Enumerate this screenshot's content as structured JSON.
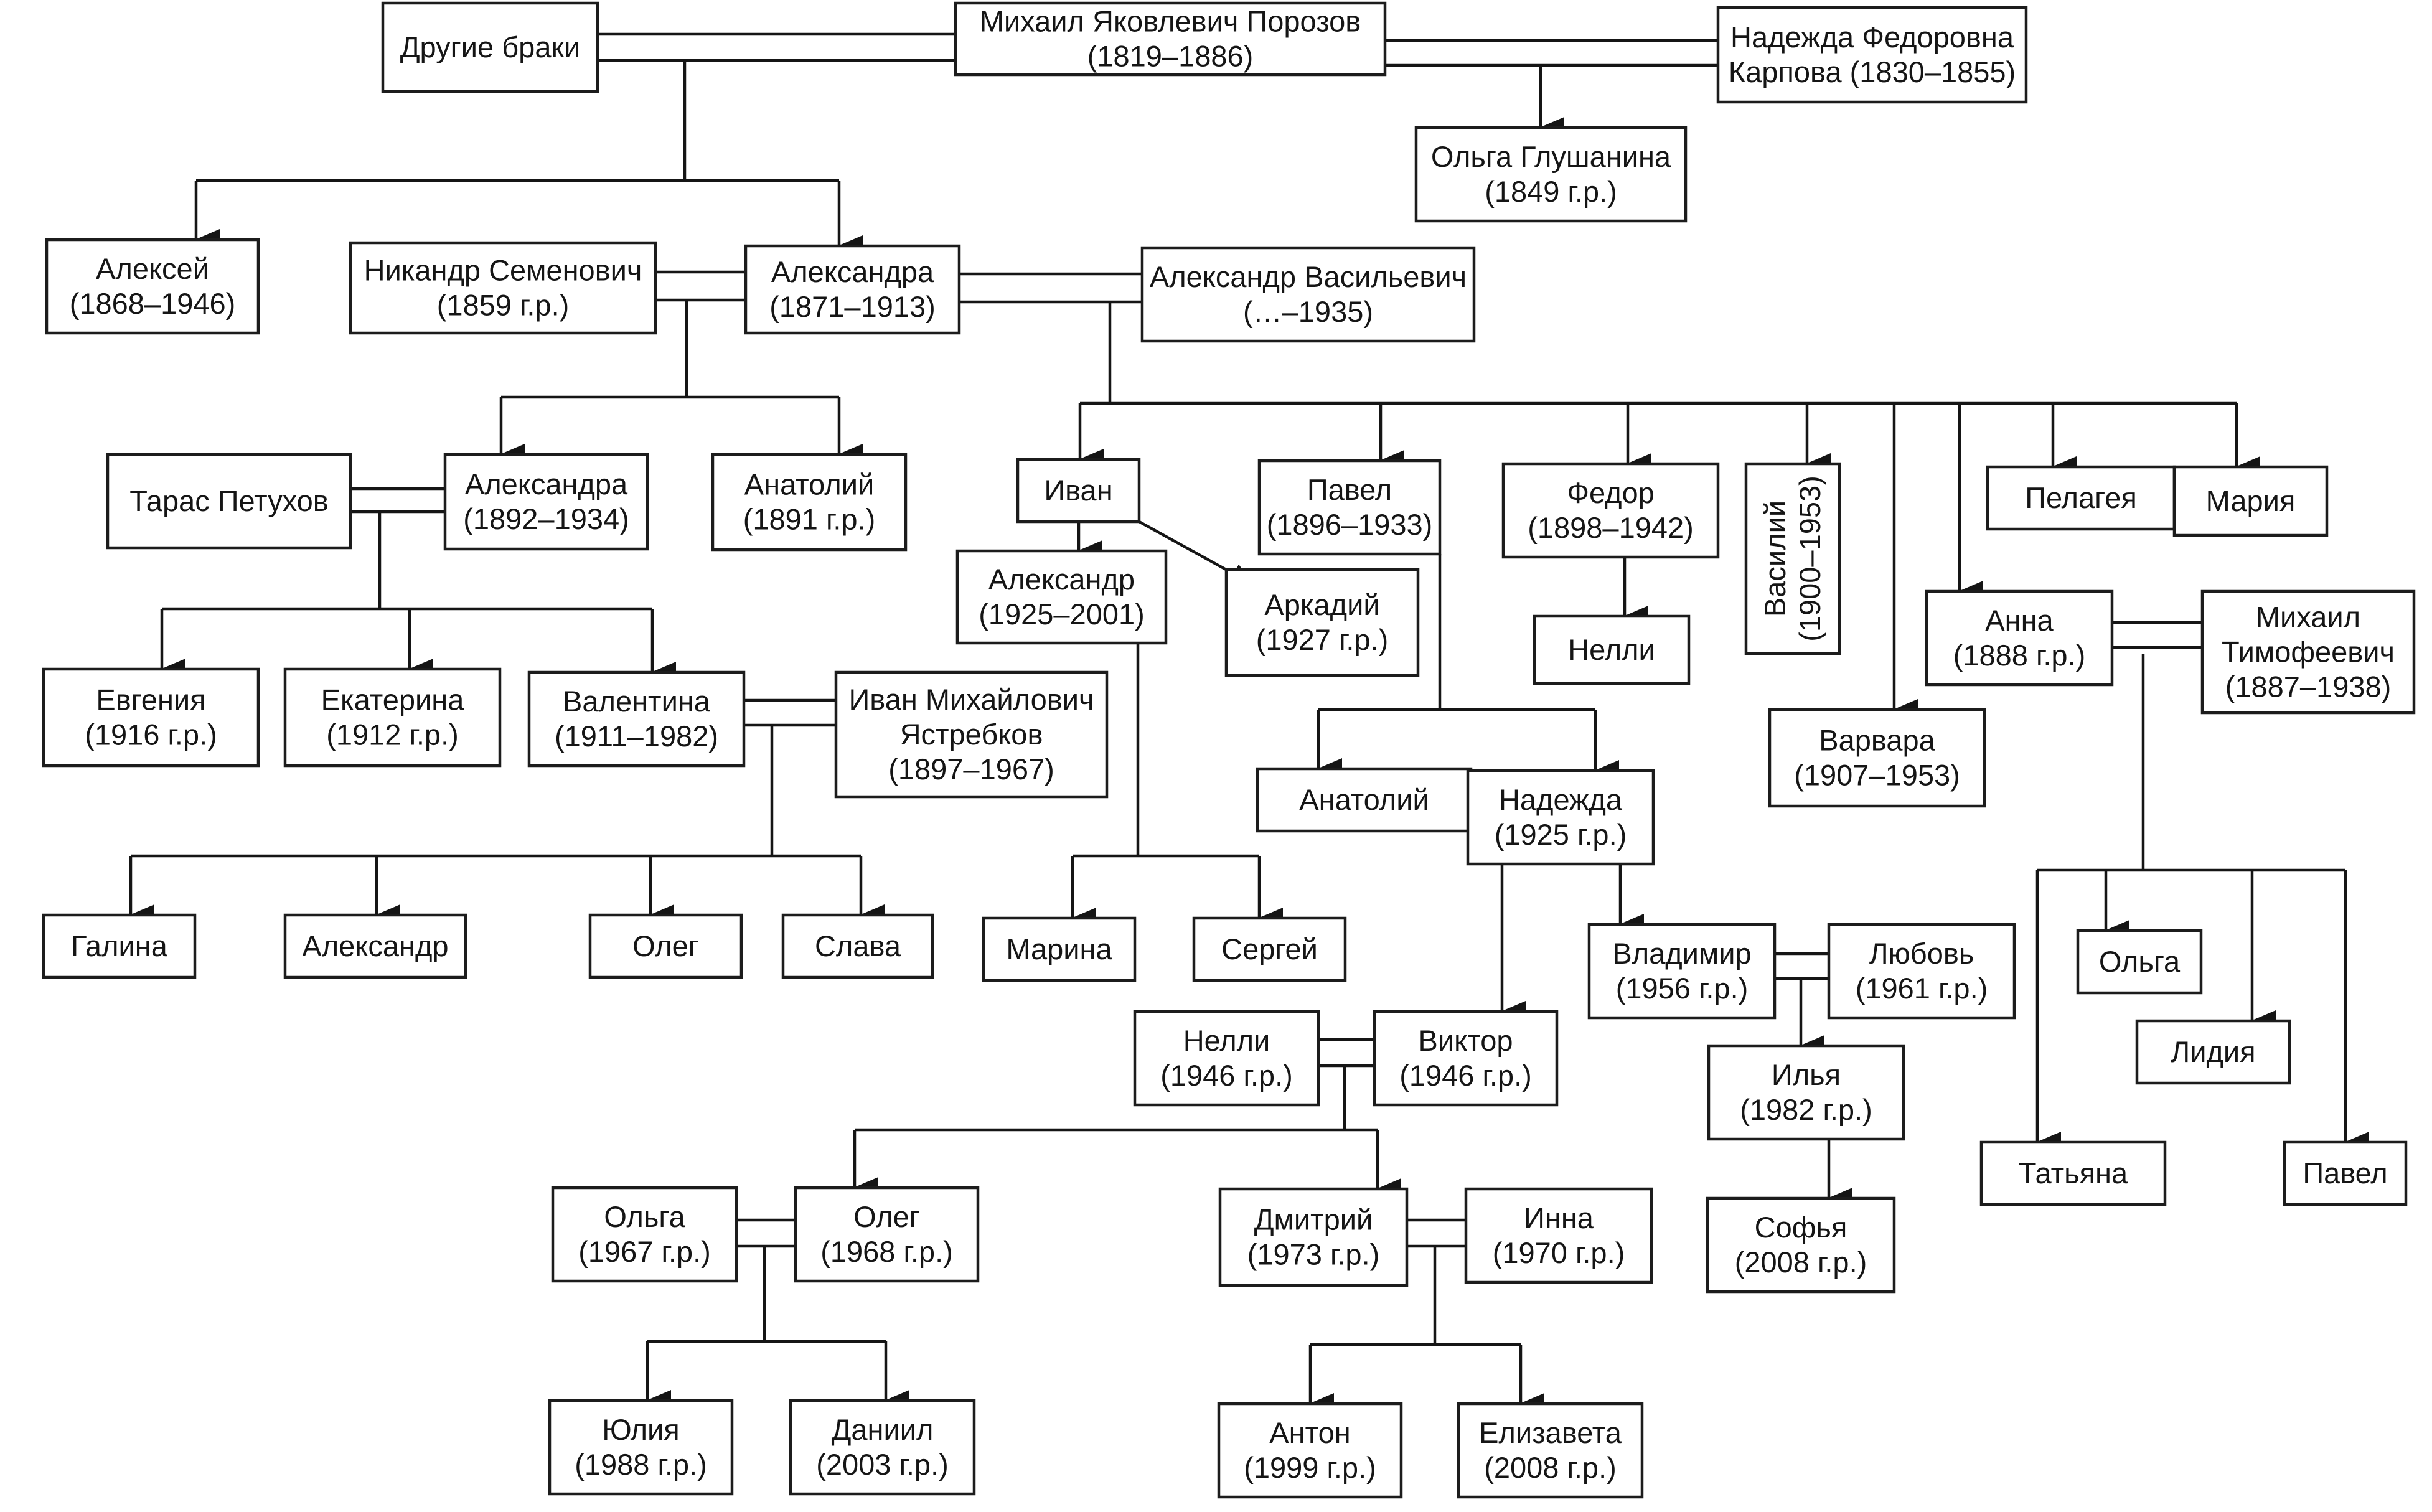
{
  "nodes": [
    {
      "id": "drugie_braki",
      "lines": [
        "Другие браки"
      ]
    },
    {
      "id": "mikhail_porozov",
      "lines": [
        "Михаил Яковлевич Порозов",
        "(1819–1886)"
      ]
    },
    {
      "id": "nadezhda_karpova",
      "lines": [
        "Надежда Федоровна",
        "Карпова (1830–1855)"
      ]
    },
    {
      "id": "olga_glushanina",
      "lines": [
        "Ольга Глушанина",
        "(1849 г.р.)"
      ]
    },
    {
      "id": "aleksei",
      "lines": [
        "Алексей",
        "(1868–1946)"
      ]
    },
    {
      "id": "nikandr",
      "lines": [
        "Никандр Семенович",
        "(1859 г.р.)"
      ]
    },
    {
      "id": "aleksandra_1871",
      "lines": [
        "Александра",
        "(1871–1913)"
      ]
    },
    {
      "id": "aleksandr_vasilevich",
      "lines": [
        "Александр Васильевич",
        "(…–1935)"
      ]
    },
    {
      "id": "taras",
      "lines": [
        "Тарас Петухов"
      ]
    },
    {
      "id": "aleksandra_1892",
      "lines": [
        "Александра",
        "(1892–1934)"
      ]
    },
    {
      "id": "anatoly_1891",
      "lines": [
        "Анатолий",
        "(1891 г.р.)"
      ]
    },
    {
      "id": "ivan",
      "lines": [
        "Иван"
      ]
    },
    {
      "id": "aleksandr_1925",
      "lines": [
        "Александр",
        "(1925–2001)"
      ]
    },
    {
      "id": "arkady",
      "lines": [
        "Аркадий",
        "(1927 г.р.)"
      ]
    },
    {
      "id": "pavel_1896",
      "lines": [
        "Павел",
        "(1896–1933)"
      ]
    },
    {
      "id": "fedor",
      "lines": [
        "Федор",
        "(1898–1942)"
      ]
    },
    {
      "id": "nelli_1",
      "lines": [
        "Нелли"
      ]
    },
    {
      "id": "vasily",
      "lines": [
        "Василий",
        "(1900–1953)"
      ],
      "vertical": true
    },
    {
      "id": "pelageya",
      "lines": [
        "Пелагея"
      ]
    },
    {
      "id": "mariya",
      "lines": [
        "Мария"
      ]
    },
    {
      "id": "anna",
      "lines": [
        "Анна",
        "(1888 г.р.)"
      ]
    },
    {
      "id": "mikhail_timofeevich",
      "lines": [
        "Михаил",
        "Тимофеевич",
        "(1887–1938)"
      ]
    },
    {
      "id": "varvara",
      "lines": [
        "Варвара",
        "(1907–1953)"
      ]
    },
    {
      "id": "evgeniya",
      "lines": [
        "Евгения",
        "(1916 г.р.)"
      ]
    },
    {
      "id": "ekaterina",
      "lines": [
        "Екатерина",
        "(1912 г.р.)"
      ]
    },
    {
      "id": "valentina",
      "lines": [
        "Валентина",
        "(1911–1982)"
      ]
    },
    {
      "id": "ivan_yastrebkov",
      "lines": [
        "Иван Михайлович",
        "Ястребков",
        "(1897–1967)"
      ]
    },
    {
      "id": "anatoly_2",
      "lines": [
        "Анатолий"
      ]
    },
    {
      "id": "nadezhda_1925",
      "lines": [
        "Надежда",
        "(1925 г.р.)"
      ]
    },
    {
      "id": "galina",
      "lines": [
        "Галина"
      ]
    },
    {
      "id": "aleksandr_2",
      "lines": [
        "Александр"
      ]
    },
    {
      "id": "oleg_1",
      "lines": [
        "Олег"
      ]
    },
    {
      "id": "slava",
      "lines": [
        "Слава"
      ]
    },
    {
      "id": "marina",
      "lines": [
        "Марина"
      ]
    },
    {
      "id": "sergei",
      "lines": [
        "Сергей"
      ]
    },
    {
      "id": "vladimir",
      "lines": [
        "Владимир",
        "(1956 г.р.)"
      ]
    },
    {
      "id": "lyubov",
      "lines": [
        "Любовь",
        "(1961 г.р.)"
      ]
    },
    {
      "id": "olga_2",
      "lines": [
        "Ольга"
      ]
    },
    {
      "id": "lidiya",
      "lines": [
        "Лидия"
      ]
    },
    {
      "id": "nelli_1946",
      "lines": [
        "Нелли",
        "(1946 г.р.)"
      ]
    },
    {
      "id": "viktor",
      "lines": [
        "Виктор",
        "(1946 г.р.)"
      ]
    },
    {
      "id": "ilya",
      "lines": [
        "Илья",
        "(1982 г.р.)"
      ]
    },
    {
      "id": "tatyana",
      "lines": [
        "Татьяна"
      ]
    },
    {
      "id": "pavel_2",
      "lines": [
        "Павел"
      ]
    },
    {
      "id": "olga_1967",
      "lines": [
        "Ольга",
        "(1967 г.р.)"
      ]
    },
    {
      "id": "oleg_1968",
      "lines": [
        "Олег",
        "(1968 г.р.)"
      ]
    },
    {
      "id": "dmitry",
      "lines": [
        "Дмитрий",
        "(1973 г.р.)"
      ]
    },
    {
      "id": "inna",
      "lines": [
        "Инна",
        "(1970 г.р.)"
      ]
    },
    {
      "id": "sofya",
      "lines": [
        "Софья",
        "(2008 г.р.)"
      ]
    },
    {
      "id": "yuliya",
      "lines": [
        "Юлия",
        "(1988 г.р.)"
      ]
    },
    {
      "id": "daniil",
      "lines": [
        "Даниил",
        "(2003 г.р.)"
      ]
    },
    {
      "id": "anton",
      "lines": [
        "Антон",
        "(1999 г.р.)"
      ]
    },
    {
      "id": "elizaveta",
      "lines": [
        "Елизавета",
        "(2008 г.р.)"
      ]
    }
  ],
  "marriages": [
    {
      "a": "drugie_braki",
      "b": "mikhail_porozov"
    },
    {
      "a": "mikhail_porozov",
      "b": "nadezhda_karpova"
    },
    {
      "a": "nikandr",
      "b": "aleksandra_1871"
    },
    {
      "a": "aleksandra_1871",
      "b": "aleksandr_vasilevich"
    },
    {
      "a": "taras",
      "b": "aleksandra_1892"
    },
    {
      "a": "valentina",
      "b": "ivan_yastrebkov"
    },
    {
      "a": "anna",
      "b": "mikhail_timofeevich"
    },
    {
      "a": "vladimir",
      "b": "lyubov"
    },
    {
      "a": "nelli_1946",
      "b": "viktor"
    },
    {
      "a": "olga_1967",
      "b": "oleg_1968"
    },
    {
      "a": "dmitry",
      "b": "inna"
    }
  ],
  "descent": [
    {
      "from": "drugie_braki+mikhail_porozov",
      "to": [
        "aleksei",
        "aleksandra_1871"
      ]
    },
    {
      "from": "mikhail_porozov+nadezhda_karpova",
      "to": [
        "olga_glushanina"
      ]
    },
    {
      "from": "nikandr+aleksandra_1871",
      "to": [
        "aleksandra_1892",
        "anatoly_1891"
      ]
    },
    {
      "from": "aleksandra_1871+aleksandr_vasilevich",
      "to": [
        "ivan",
        "pavel_1896",
        "fedor",
        "vasily",
        "varvara",
        "anna",
        "pelageya",
        "mariya"
      ]
    },
    {
      "from": "ivan",
      "to": [
        "aleksandr_1925",
        "arkady"
      ]
    },
    {
      "from": "fedor",
      "to": [
        "nelli_1"
      ]
    },
    {
      "from": "pavel_1896",
      "to": [
        "anatoly_2",
        "nadezhda_1925"
      ]
    },
    {
      "from": "taras+aleksandra_1892",
      "to": [
        "evgeniya",
        "ekaterina",
        "valentina"
      ]
    },
    {
      "from": "valentina+ivan_yastrebkov",
      "to": [
        "galina",
        "aleksandr_2",
        "oleg_1",
        "slava"
      ]
    },
    {
      "from": "aleksandr_1925",
      "to": [
        "marina",
        "sergei"
      ]
    },
    {
      "from": "nadezhda_1925",
      "to": [
        "viktor",
        "vladimir"
      ]
    },
    {
      "from": "vladimir+lyubov",
      "to": [
        "ilya"
      ]
    },
    {
      "from": "ilya",
      "to": [
        "sofya"
      ]
    },
    {
      "from": "anna+mikhail_timofeevich",
      "to": [
        "olga_2",
        "lidiya",
        "tatyana",
        "pavel_2"
      ]
    },
    {
      "from": "nelli_1946+viktor",
      "to": [
        "oleg_1968",
        "dmitry"
      ]
    },
    {
      "from": "olga_1967+oleg_1968",
      "to": [
        "yuliya",
        "daniil"
      ]
    },
    {
      "from": "dmitry+inna",
      "to": [
        "anton",
        "elizaveta"
      ]
    }
  ]
}
